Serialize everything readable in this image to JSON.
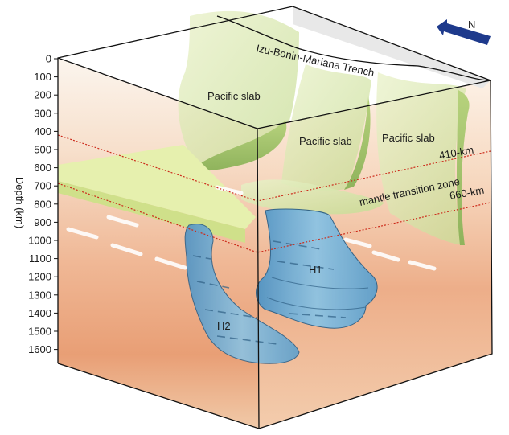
{
  "figure": {
    "trench_label": "Izu-Bonin-Mariana Trench",
    "north_label": "N",
    "axis_label": "Depth (km)",
    "depth_ticks": [
      "0",
      "100",
      "200",
      "300",
      "400",
      "500",
      "600",
      "700",
      "800",
      "900",
      "1000",
      "1100",
      "1200",
      "1300",
      "1400",
      "1500",
      "1600"
    ],
    "slab_labels": [
      "Pacific slab",
      "Pacific slab",
      "Pacific slab"
    ],
    "boundary_410": "410-km",
    "transition_zone": "mantle transition zone",
    "boundary_660": "660-km",
    "anomaly_1": "H1",
    "anomaly_2": "H2"
  },
  "colors": {
    "slab_light": "#dfeaa8",
    "slab_mid": "#b8d58a",
    "anomaly": "#6fb0d8",
    "boundary": "#cc2a1a",
    "mantle_deep": "#e8a071",
    "arrow": "#1e3a8c"
  }
}
